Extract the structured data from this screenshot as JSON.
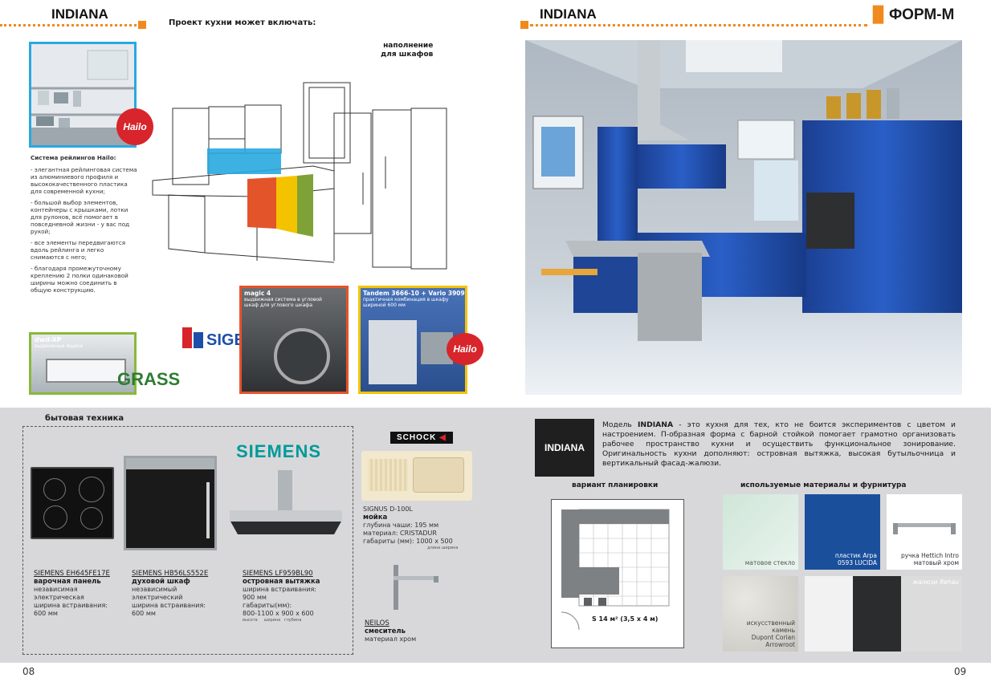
{
  "left": {
    "title": "INDIANA",
    "project_heading": "Проект кухни может включать:",
    "fill_label": "наполнение\nдля шкафов",
    "hailo_brand": "Hailo",
    "rail_heading": "Система рейлингов Hailo:",
    "rail_text": [
      "- элегантная рейлинговая система из алюминиевого профиля и высококачественного пластика для современной кухни;",
      "- большой выбор элементов, контейнеры с крышками, лотки для рулонов, всё помогает в повседневной жизни - у вас под рукой;",
      "- все элементы передвигаются вдоль рейлинга и легко снимаются с него;",
      "- благодаря промежуточному креплению 2 полки одинаковой ширины можно соединить в общую конструкцию."
    ],
    "dwd_label": "dwd-XP",
    "dwd_sub": "выдвижные ящики",
    "grass_brand": "GRASS",
    "sige_brand": "SIGE",
    "magic_label": "magic 4",
    "magic_text": "выдвижная система в угловой шкаф для углового шкафа",
    "tandem_label": "Tandem 3666-10 + Vario 3909",
    "tandem_text": "практичная комбинация в шкафу шириной 600 мм",
    "appliances_heading": "бытовая техника",
    "siemens_brand": "SIEMENS",
    "appliances": [
      {
        "name": "SIEMENS EH645FE17E",
        "type": "варочная панель",
        "desc": "независимая\nэлектрическая\nширина встраивания:\n600 мм"
      },
      {
        "name": "SIEMENS HB56LS552E",
        "type": "духовой шкаф",
        "desc": "независимый\nэлектрический\nширина встраивания:\n600 мм"
      },
      {
        "name": "SIEMENS LF959BL90",
        "type": "островная вытяжка",
        "desc": "ширина встраивания:\n900 мм\nгабариты(мм):\n800-1100 x 900 x 600"
      }
    ],
    "dim_note": "высота     ширина   глубина",
    "schock_brand": "SCHOCK",
    "sink": {
      "name": "SIGNUS D-100L",
      "type": "мойка",
      "desc": "глубина чаши: 195 мм\nматериал: CRISTADUR\nгабариты (мм): 1000 x 500",
      "dims": "длина    ширина"
    },
    "mixer": {
      "name": "NEILOS",
      "type": "смеситель",
      "desc": "материал хром"
    },
    "page_no": "08"
  },
  "right": {
    "title": "INDIANA",
    "brand": "ФОРМ-М",
    "badge": "INDIANA",
    "desc_bold": "INDIANA",
    "desc_pre": "Модель ",
    "desc_post": " - это кухня для тех, кто не боится экспериментов с цветом и настроением. П-образная форма с барной стойкой помогает грамотно организовать рабочее пространство кухни и осуществить функциональное зонирование. Оригинальность кухни дополняют: островная вытяжка, высокая бутыльочница и вертикальный фасад-жалюзи.",
    "plan_heading": "вариант планировки",
    "plan_area": "S 14 м² (3,5 x 4 м)",
    "materials_heading": "используемые материалы и фурнитура",
    "materials": [
      {
        "caption": "матовое стекло"
      },
      {
        "caption": "пластик Arpa\n0593 LUCIDA"
      },
      {
        "caption": "ручка Hettich Intro\nматовый хром"
      },
      {
        "caption": "искусственный\nкамень\nDupont Corian\nArrowroot"
      },
      {
        "caption": "жалюзи Rehau"
      }
    ],
    "page_no": "09"
  },
  "colors": {
    "accent": "#f08a1c",
    "blue": "#1d4fa8",
    "gray_band": "#d8d8da",
    "dark_badge": "#1f1f1f"
  }
}
